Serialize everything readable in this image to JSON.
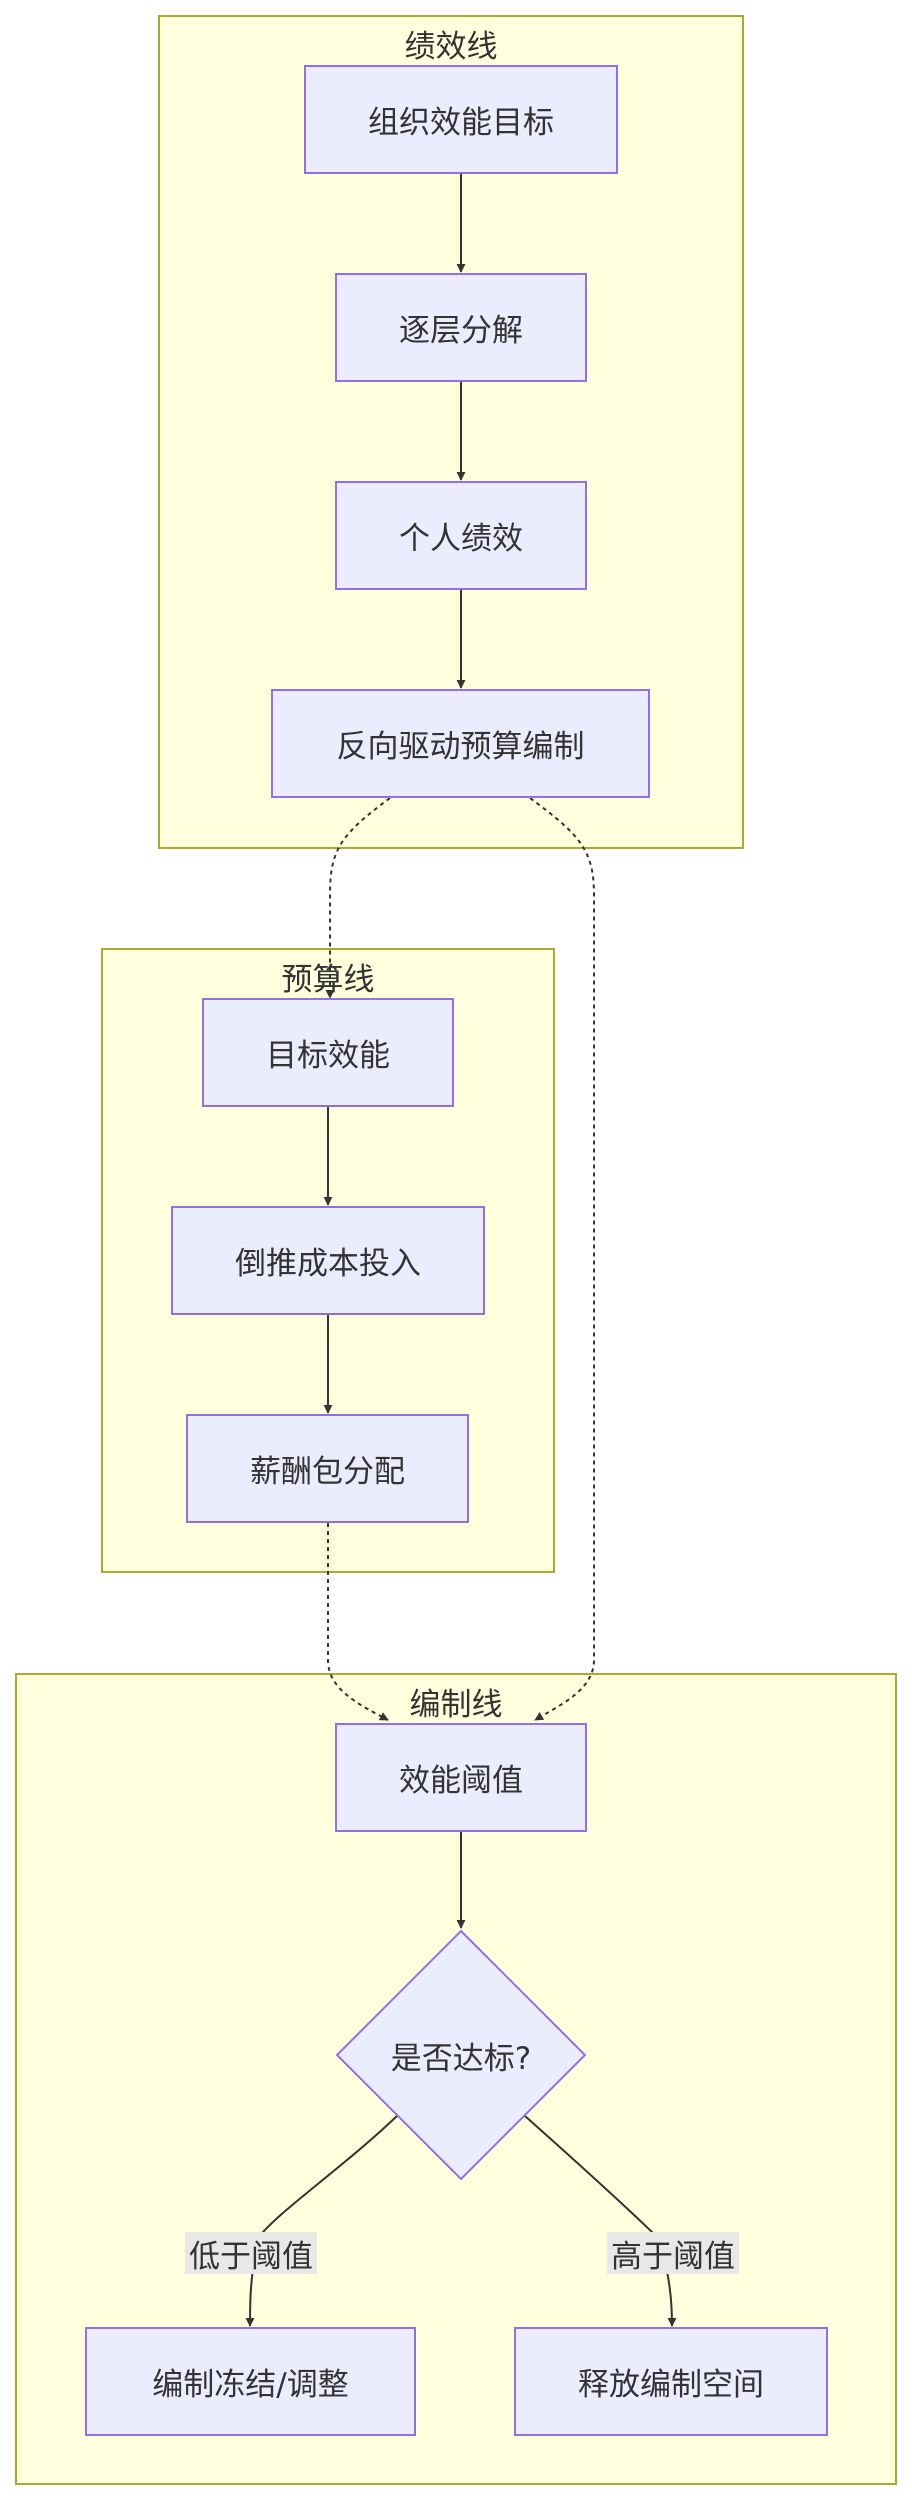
{
  "clusters": {
    "performance": "绩效线",
    "budget": "预算线",
    "staffing": "编制线"
  },
  "nodes": {
    "org_target": "组织效能目标",
    "decompose": "逐层分解",
    "personal": "个人绩效",
    "reverse_budget": "反向驱动预算编制",
    "target_efficiency": "目标效能",
    "cost_input": "倒推成本投入",
    "salary": "薪酬包分配",
    "threshold": "效能阈值",
    "decision": "是否达标?",
    "freeze": "编制冻结/调整",
    "release": "释放编制空间"
  },
  "edge_labels": {
    "below": "低于阈值",
    "above": "高于阈值"
  },
  "colors": {
    "cluster_fill": "#ffffde",
    "cluster_stroke": "#aaaa33",
    "node_fill": "#ececff",
    "node_stroke": "#9370db",
    "edge": "#333333",
    "label_bg": "#e8e8e8"
  }
}
